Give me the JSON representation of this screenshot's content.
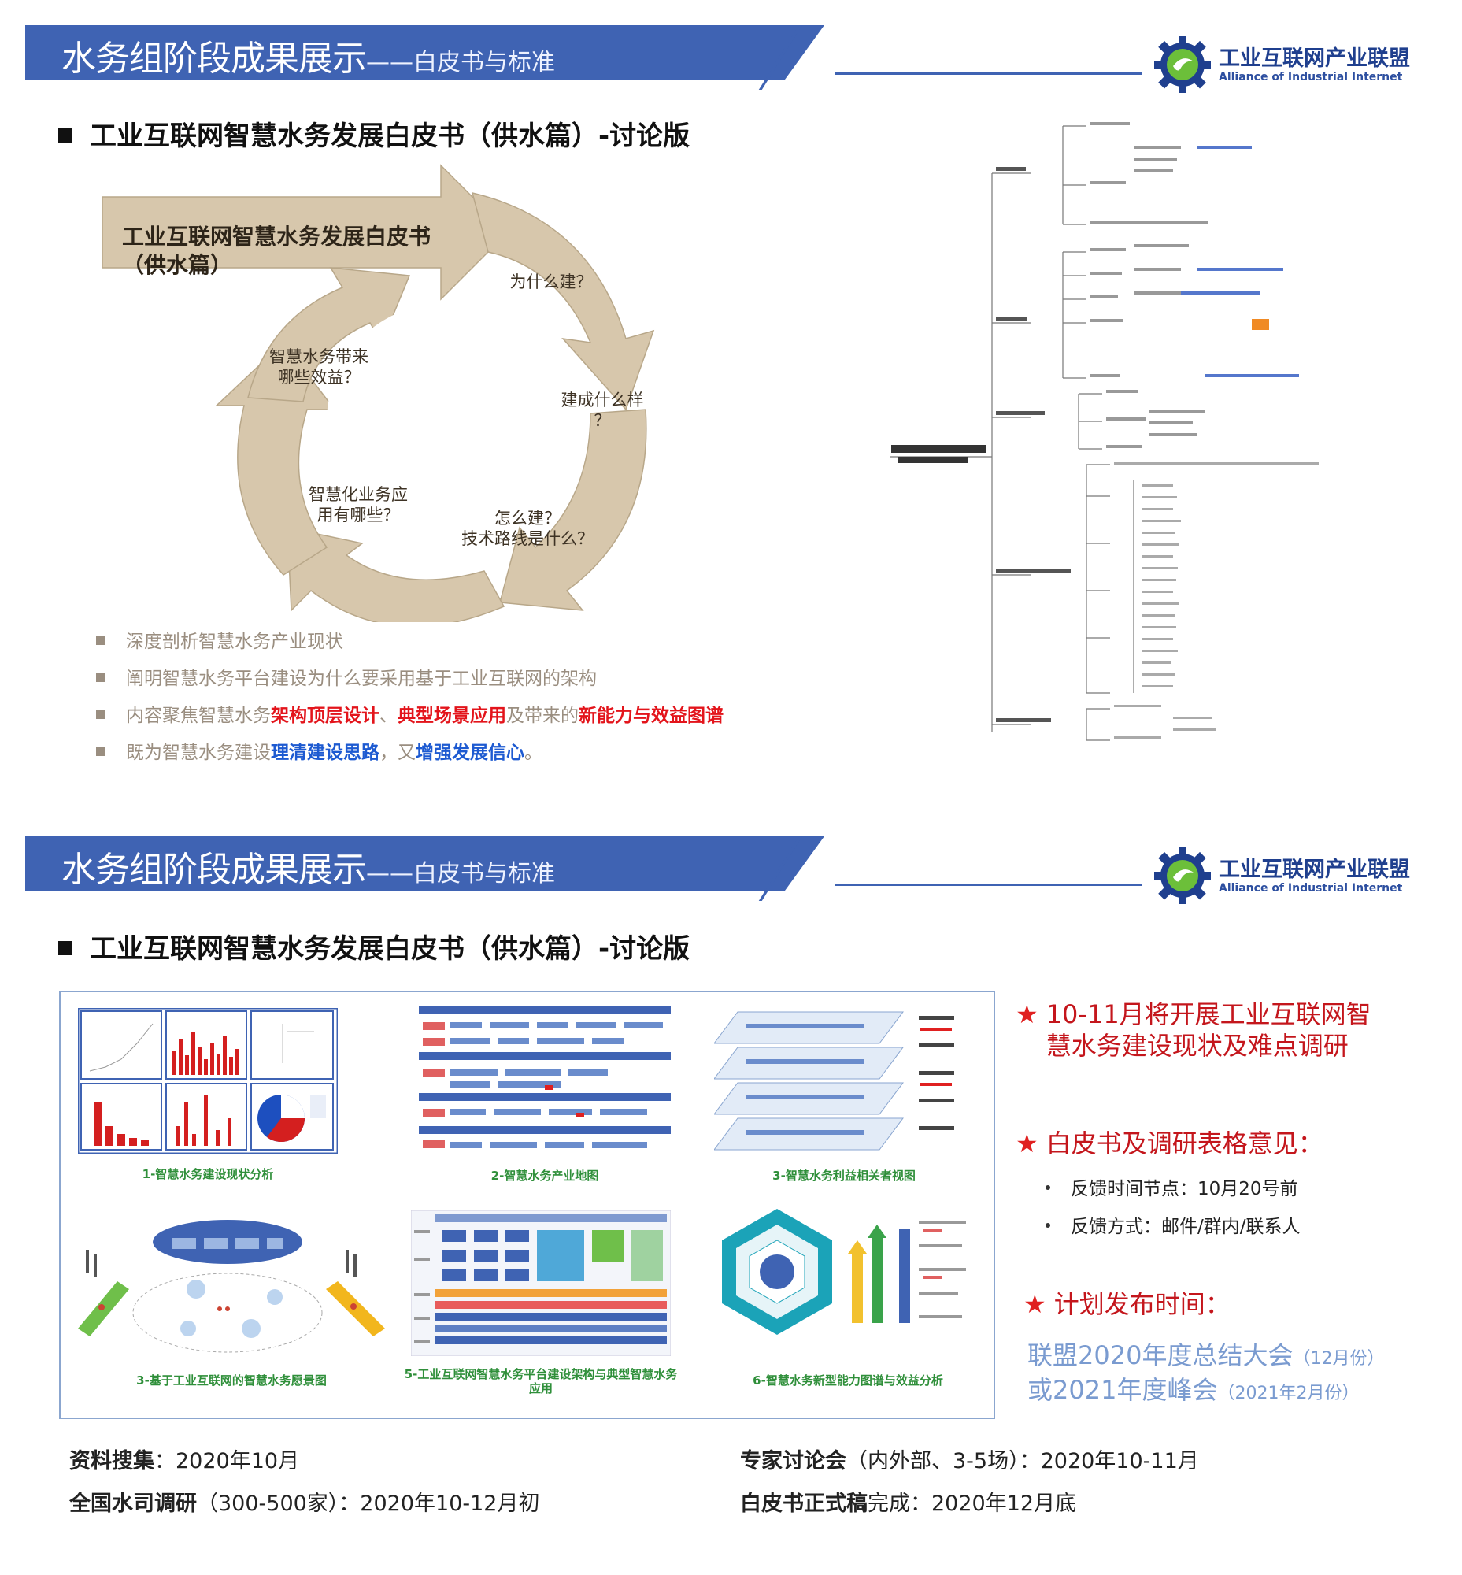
{
  "header": {
    "title": "水务组阶段成果展示",
    "subtitle": "——白皮书与标准",
    "logo_name": "工业互联网产业联盟",
    "logo_en": "Alliance of Industrial Internet"
  },
  "slide1": {
    "section_title": "工业互联网智慧水务发展白皮书（供水篇）-讨论版",
    "cycle": {
      "main_arrow": "工业互联网智慧水务发展白皮书\n（供水篇）",
      "q1": "为什么建？",
      "q2": "建成什么样\n？",
      "q3": "怎么建？\n技术路线是什么？",
      "q4": "智慧化业务应\n用有哪些？",
      "q5": "智慧水务带来\n哪些效益？"
    },
    "bullets": [
      {
        "plain": "深度剖析智慧水务产业现状"
      },
      {
        "plain": "阐明智慧水务平台建设为什么要采用基于工业互联网的架构"
      },
      {
        "p1": "内容聚焦智慧水务",
        "r1": "架构顶层设计",
        "p2": "、",
        "r2": "典型场景应用",
        "p3": "及带来的",
        "r3": "新能力与效益图谱"
      },
      {
        "p1": "既为智慧水务建设",
        "b1": "理清建设思路",
        "p2": "，又",
        "b2": "增强发展信心",
        "p3": "。"
      }
    ]
  },
  "slide2": {
    "section_title": "工业互联网智慧水务发展白皮书（供水篇）-讨论版",
    "thumbs": [
      {
        "caption": "1-智慧水务建设现状分析"
      },
      {
        "caption": "2-智慧水务产业地图"
      },
      {
        "caption": "3-智慧水务利益相关者视图"
      },
      {
        "caption": "3-基于工业互联网的智慧水务愿景图"
      },
      {
        "caption": "5-工业互联网智慧水务平台建设架构与典型智慧水务应用"
      },
      {
        "caption": "6-智慧水务新型能力图谱与效益分析"
      }
    ],
    "notes": {
      "note1": "10-11月将开展工业互联网智\n慧水务建设现状及难点调研",
      "note2": "白皮书及调研表格意见：",
      "fb_time": "反馈时间节点：10月20号前",
      "fb_way": "反馈方式：邮件/群内/联系人",
      "note3": "计划发布时间：",
      "pub1_main": "联盟2020年度总结大会",
      "pub1_sub": "（12月份）",
      "pub2_main": "或2021年度峰会",
      "pub2_sub": "（2021年2月份）"
    },
    "timeline": {
      "t1_label": "资料搜集",
      "t1_value": "：2020年10月",
      "t2_label": "全国水司调研",
      "t2_value": "（300-500家）：2020年10-12月初",
      "t3_label": "专家讨论会",
      "t3_value": "（内外部、3-5场）：2020年10-11月",
      "t4_label": "白皮书正式稿",
      "t4_value": "完成：2020年12月底"
    }
  },
  "colors": {
    "banner": "#3f63b3",
    "cycle": "#d7c7ac",
    "accent_red": "#e3141b",
    "accent_blue": "#1d5ad1",
    "caption_green": "#2f8f3a",
    "note_red": "#c4161c",
    "publish_blue": "#7a9bd0"
  }
}
